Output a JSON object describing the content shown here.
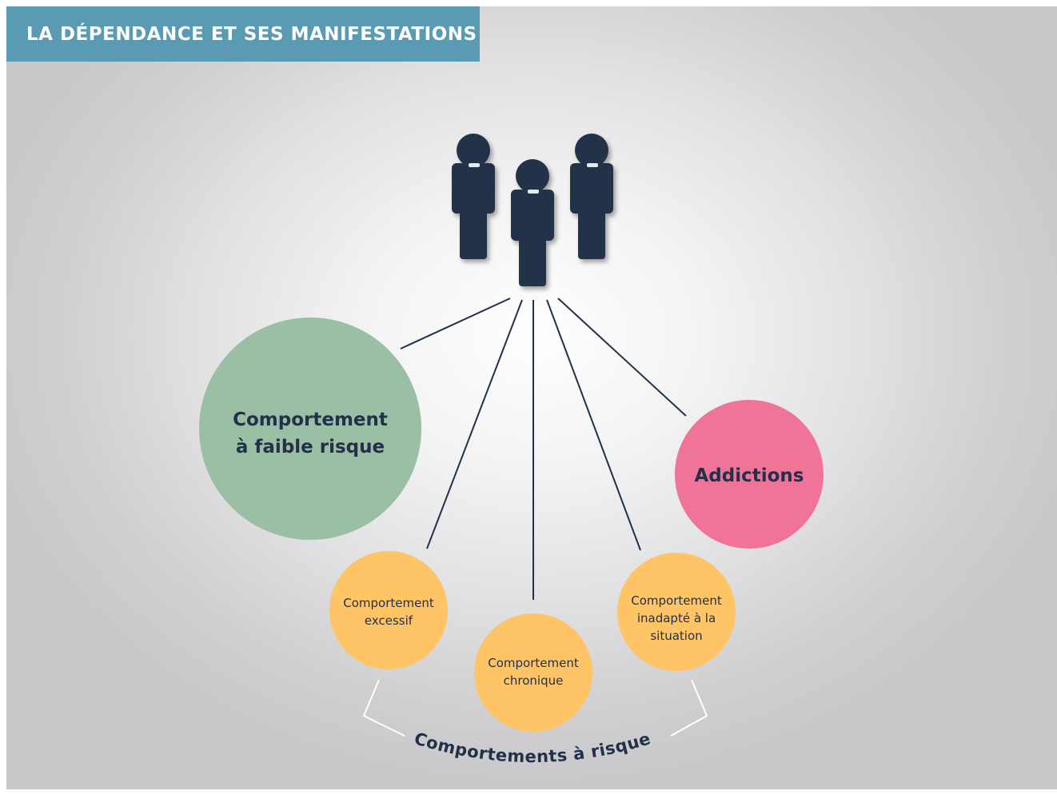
{
  "title": "LA DÉPENDANCE ET SES MANIFESTATIONS",
  "colors": {
    "title_bar": "#5a9bb3",
    "navy": "#22314a",
    "green": "#9bbfa4",
    "pink": "#f07498",
    "yellow": "#fec465",
    "bracket": "#ffffff"
  },
  "people_icon": "group-of-people-icon",
  "nodes": {
    "low_risk": {
      "line1": "Comportement",
      "line2": "à faible risque"
    },
    "addictions": {
      "label": "Addictions"
    },
    "excessive": {
      "line1": "Comportement",
      "line2": "excessif"
    },
    "chronic": {
      "line1": "Comportement",
      "line2": "chronique"
    },
    "inappropriate": {
      "line1": "Comportement",
      "line2": "inadapté à la",
      "line3": "situation"
    }
  },
  "group_label": "Comportements à risque"
}
